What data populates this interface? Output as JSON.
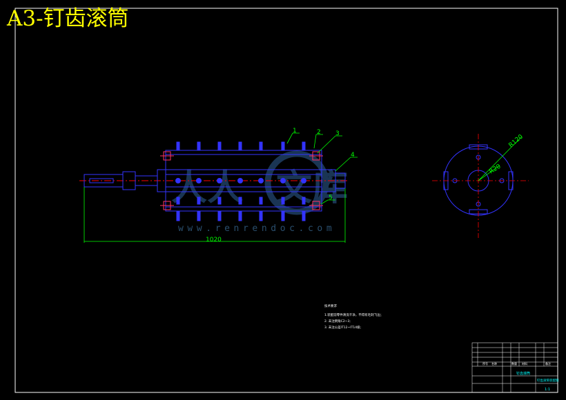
{
  "sheet": {
    "title": "A3-钉齿滚筒",
    "watermark": "www.renrendoc.com",
    "watermark_glyphs": "人人文库"
  },
  "drawing": {
    "overall_length": "1020",
    "balloons": [
      "1",
      "2",
      "3",
      "4",
      "5"
    ],
    "section_radii": [
      "R120",
      "R20"
    ]
  },
  "notes": {
    "heading": "技术要求",
    "lines": [
      "1.装配前零件清洗干净，不得有毛刺飞边；",
      "2. 未注倒角C2~3;",
      "3. 未注公差IT12~IT14级;"
    ]
  },
  "title_block": {
    "part_name": "钉齿滚筒",
    "drawing_name": "钉齿滚筒装配图",
    "scale": "1:1",
    "row_labels": [
      "序号",
      "名称",
      "数量",
      "材料",
      "备注"
    ]
  },
  "colors": {
    "background": "#000000",
    "frame": "#ffffff",
    "outline": "#3333ff",
    "centerline": "#ff0000",
    "dimension": "#00ff00",
    "title": "#ffff00",
    "fastener": "#ff3366",
    "watermark": "#1f3f63"
  }
}
